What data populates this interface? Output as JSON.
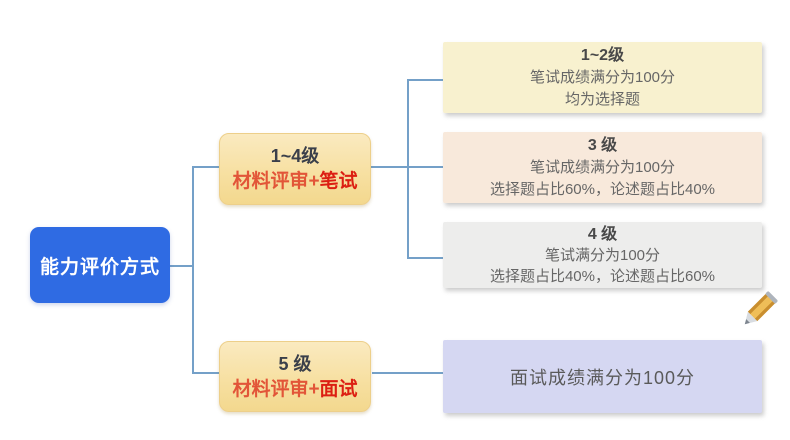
{
  "diagram": {
    "root": {
      "label": "能力评价方式"
    },
    "branches": [
      {
        "level": "1~4级",
        "method_prefix": "材料评审+",
        "method_suffix": "笔试"
      },
      {
        "level": "5 级",
        "method_prefix": "材料评审+",
        "method_suffix": "面试"
      }
    ],
    "details": [
      {
        "title": "1~2级",
        "line1": "笔试成绩满分为100分",
        "line2": "均为选择题"
      },
      {
        "title": "3 级",
        "line1": "笔试成绩满分为100分",
        "line2": "选择题占比60%，论述题占比40%"
      },
      {
        "title": "4 级",
        "line1": "笔试满分为100分",
        "line2": "选择题占比40%，论述题占比60%"
      },
      {
        "summary": "面试成绩满分为100分"
      }
    ]
  },
  "icons": {
    "pencil": "pencil-icon"
  },
  "colors": {
    "root-bg": "#2F6BE3",
    "root-text": "#FFFFFF",
    "branch-bg": "#F7E0A2",
    "branch-border": "#EDCF8A",
    "level-text": "#3A3F4A",
    "red-prefix": "#E25538",
    "red-suffix": "#DC1F12",
    "detail1-bg": "#F8F1CF",
    "detail2-bg": "#F8E9DB",
    "detail3-bg": "#EDEDEC",
    "detail4-bg": "#D5D7F2",
    "detail-title": "#494949",
    "detail-text": "#666666",
    "connector": "#74A0C8",
    "pencil-body": "#E3A93C",
    "pencil-tip": "#7D858F"
  }
}
